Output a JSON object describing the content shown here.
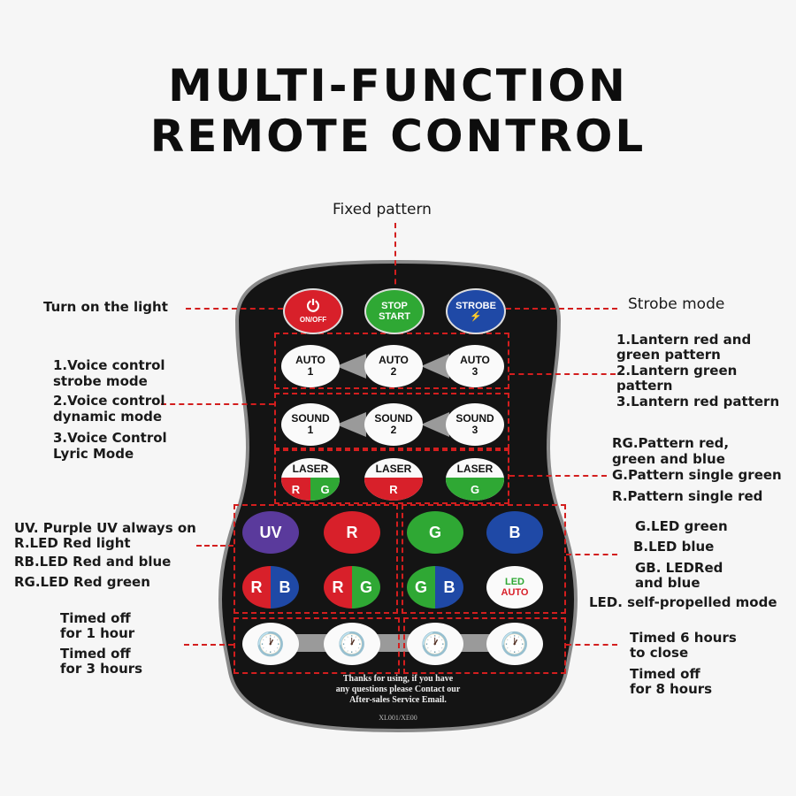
{
  "title": {
    "line1": "MULTI-FUNCTION",
    "line2": "REMOTE CONTROL"
  },
  "colors": {
    "accent": "#d31e1e",
    "remote_body": "#141414",
    "red": "#d8202a",
    "green": "#2fa834",
    "blue": "#1f49a6",
    "purple": "#5a3a9c"
  },
  "labels": {
    "fixed_pattern": "Fixed pattern",
    "turn_on": "Turn on the light",
    "strobe_mode": "Strobe mode",
    "voice1a": "1.Voice control",
    "voice1b": "strobe mode",
    "voice2a": "2.Voice control",
    "voice2b": "dynamic mode",
    "voice3a": "3.Voice Control",
    "voice3b": "Lyric Mode",
    "lantern1a": "1.Lantern red and",
    "lantern1b": "green pattern",
    "lantern2a": "2.Lantern green",
    "lantern2b": "pattern",
    "lantern3": "3.Lantern red pattern",
    "rg_a": "RG.Pattern red,",
    "rg_b": "green and blue",
    "g_pattern": "G.Pattern single green",
    "r_pattern": "R.Pattern single red",
    "uv": "UV. Purple UV always on",
    "r_led": "R.LED Red light",
    "rb_led": "RB.LED Red and blue",
    "rg_led": "RG.LED Red green",
    "g_led": "G.LED green",
    "b_led": "B.LED blue",
    "gb_a": "GB. LEDRed",
    "gb_b": "and blue",
    "led_self": "LED. self-propelled mode",
    "t1a": "Timed off",
    "t1b": "for 1 hour",
    "t3a": "Timed off",
    "t3b": "for 3 hours",
    "t6a": "Timed 6 hours",
    "t6b": "to close",
    "t8a": "Timed off",
    "t8b": "for 8 hours"
  },
  "buttons": {
    "onoff": "ON/OFF",
    "stop1": "STOP",
    "stop2": "START",
    "strobe": "STROBE",
    "auto": "AUTO",
    "n1": "1",
    "n2": "2",
    "n3": "3",
    "sound": "SOUND",
    "laser": "LASER",
    "r": "R",
    "g": "G",
    "b": "B",
    "uv": "UV",
    "led": "LED",
    "auto_small": "AUTO"
  },
  "note": {
    "line1": "Thanks for using, if you have",
    "line2": "any questions please Contact our",
    "line3": "After-sales Service Email."
  },
  "model": "XL001/XE00"
}
